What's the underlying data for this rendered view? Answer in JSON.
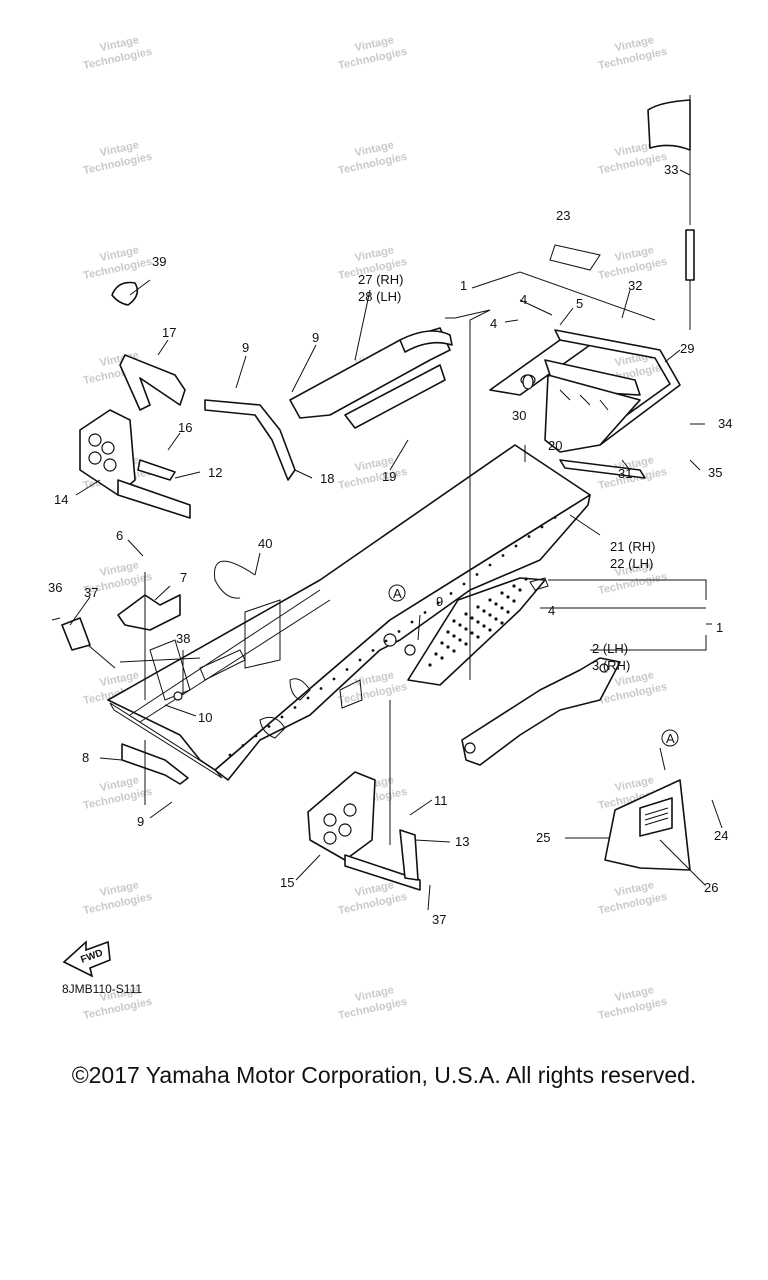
{
  "watermark": {
    "line1": "Vintage",
    "line2": "Technologies"
  },
  "diagram_code": "8JMB110-S111",
  "fwd_label": "FWD",
  "callouts": {
    "c1": "1",
    "c1b": "1",
    "c2": "2 (LH)",
    "c3": "3 (RH)",
    "c4a": "4",
    "c4b": "4",
    "c4c": "4",
    "c5": "5",
    "c6": "6",
    "c7": "7",
    "c8": "8",
    "c9a": "9",
    "c9b": "9",
    "c9c": "9",
    "c9d": "9",
    "c10": "10",
    "c11": "11",
    "c12": "12",
    "c13": "13",
    "c14": "14",
    "c15": "15",
    "c16": "16",
    "c17": "17",
    "c18": "18",
    "c19": "19",
    "c20": "20",
    "c21": "21 (RH)",
    "c22": "22 (LH)",
    "c23": "23",
    "c24": "24",
    "c25": "25",
    "c26": "26",
    "c27": "27 (RH)",
    "c28": "28 (LH)",
    "c29": "29",
    "c30": "30",
    "c31": "31",
    "c32": "32",
    "c33": "33",
    "c34": "34",
    "c35": "35",
    "c36": "36",
    "c37a": "37",
    "c37b": "37",
    "c38": "38",
    "c39": "39",
    "c40": "40",
    "refA1": "A",
    "refA2": "A"
  },
  "copyright": "©2017 Yamaha Motor Corporation, U.S.A. All rights reserved."
}
